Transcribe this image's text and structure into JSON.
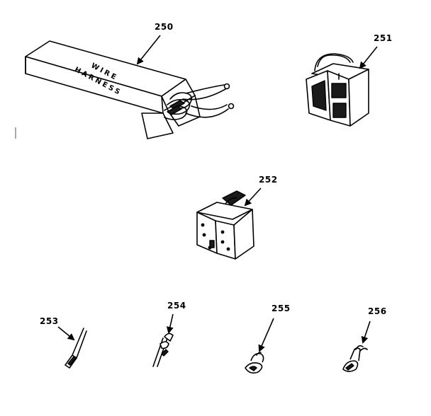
{
  "callouts": {
    "wire_harness": "250",
    "connector_block_a": "251",
    "connector_block_b": "252",
    "terminal_253": "253",
    "terminal_254": "254",
    "terminal_255": "255",
    "terminal_256": "256"
  },
  "box_text": {
    "line1": "WIRE",
    "line2": "HARNESS"
  }
}
